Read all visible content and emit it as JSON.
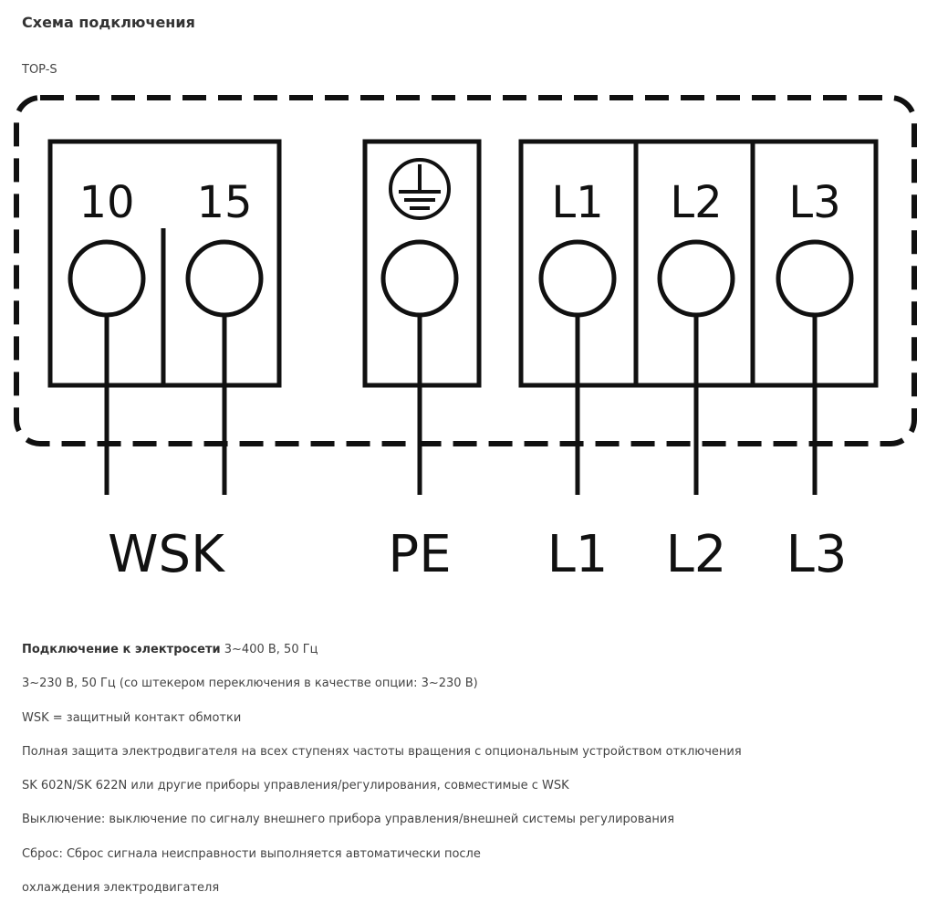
{
  "title": "Схема подключения",
  "model": "TOP-S",
  "diagram": {
    "terminals": {
      "wsk_left": "10",
      "wsk_right": "15",
      "l1": "L1",
      "l2": "L2",
      "l3": "L3"
    },
    "wire_labels": {
      "wsk": "WSK",
      "pe": "PE",
      "l1": "L1",
      "l2": "L2",
      "l3": "L3"
    }
  },
  "description": {
    "line1_bold": "Подключение к электросети",
    "line1_rest": " 3~400 В, 50 Гц",
    "line2": "3~230 В, 50 Гц (со штекером переключения в качестве опции: 3~230 В)",
    "line3": "WSK = защитный контакт обмотки",
    "line4": "Полная защита электродвигателя на всех ступенях частоты вращения с опциональным устройством отключения",
    "line5": "SK 602N/SK 622N или другие приборы управления/регулирования, совместимые с WSK",
    "line6": "Выключение: выключение по сигналу внешнего прибора управления/внешней системы регулирования",
    "line7": "Сброс: Сброс сигнала неисправности выполняется автоматически после",
    "line8": "охлаждения электродвигателя"
  }
}
